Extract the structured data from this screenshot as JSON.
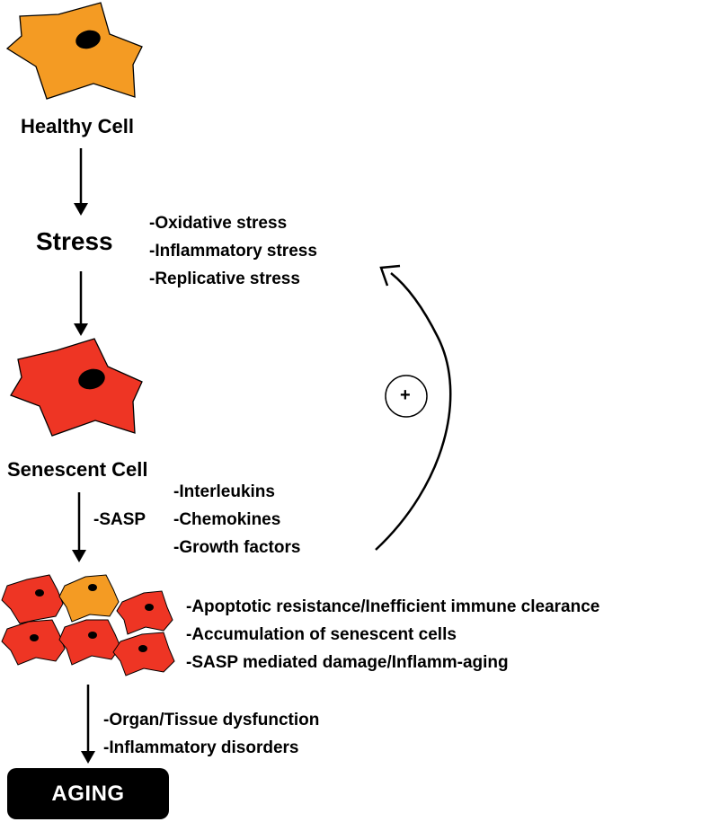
{
  "healthy_cell": {
    "label": "Healthy Cell",
    "color": "#F49B23"
  },
  "stress": {
    "label": "Stress",
    "causes": [
      "-Oxidative stress",
      "-Inflammatory stress",
      "-Replicative stress"
    ]
  },
  "senescent_cell": {
    "label": "Senescent Cell",
    "color": "#EE3524"
  },
  "sasp": {
    "label": "-SASP",
    "factors": [
      "-Interleukins",
      "-Chemokines",
      "-Growth factors"
    ]
  },
  "feedback": {
    "sign": "+"
  },
  "cell_cluster": {
    "effects": [
      "-Apoptotic resistance/Inefficient immune clearance",
      "-Accumulation of senescent cells",
      "-SASP mediated damage/Inflamm-aging"
    ]
  },
  "outcomes": [
    "-Organ/Tissue dysfunction",
    "-Inflammatory disorders"
  ],
  "aging": {
    "label": "AGING"
  }
}
